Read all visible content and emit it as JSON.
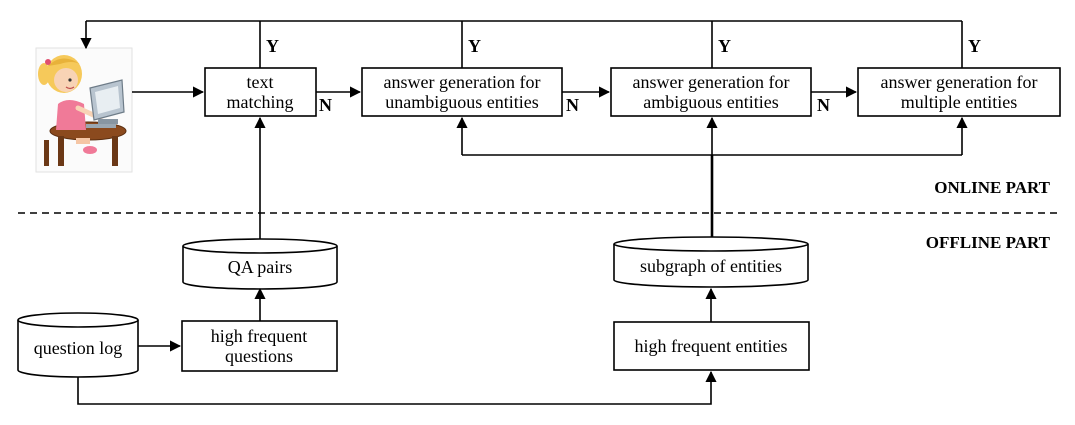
{
  "nodes": {
    "text_matching": [
      "text",
      "matching"
    ],
    "ans_unambiguous": [
      "answer generation for",
      "unambiguous entities"
    ],
    "ans_ambiguous": [
      "answer generation for",
      "ambiguous entities"
    ],
    "ans_multiple": [
      "answer generation for",
      "multiple entities"
    ],
    "qa_pairs": "QA pairs",
    "subgraph": "subgraph of entities",
    "question_log": "question log",
    "hf_questions": [
      "high frequent",
      "questions"
    ],
    "hf_entities": "high frequent entities"
  },
  "edge_labels": {
    "yes": "Y",
    "no": "N"
  },
  "sections": {
    "online": "ONLINE PART",
    "offline": "OFFLINE PART"
  },
  "icons": {
    "user": "girl-at-computer-icon"
  }
}
